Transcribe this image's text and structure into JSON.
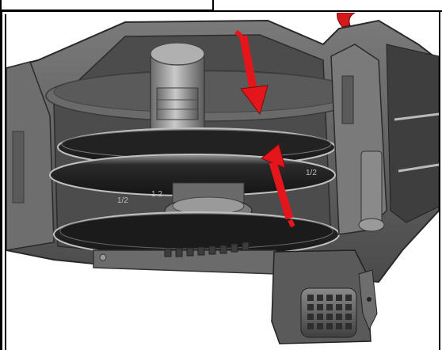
{
  "image": {
    "colors": {
      "housing": "#5a5a5a",
      "housing_dark": "#3a3a3a",
      "housing_light": "#8a8a8a",
      "disc": "#1e1e1e",
      "disc_edge": "#b8b8b8",
      "arrow": "#e4161b",
      "arrow_outline": "#7a0a0a"
    },
    "arrows": [
      {
        "name": "arrow-down",
        "direction": "down"
      },
      {
        "name": "arrow-up",
        "direction": "up"
      }
    ],
    "labels": {
      "scale_left": "1/2",
      "scale_mid": "1 2",
      "scale_right": "1/2"
    }
  }
}
